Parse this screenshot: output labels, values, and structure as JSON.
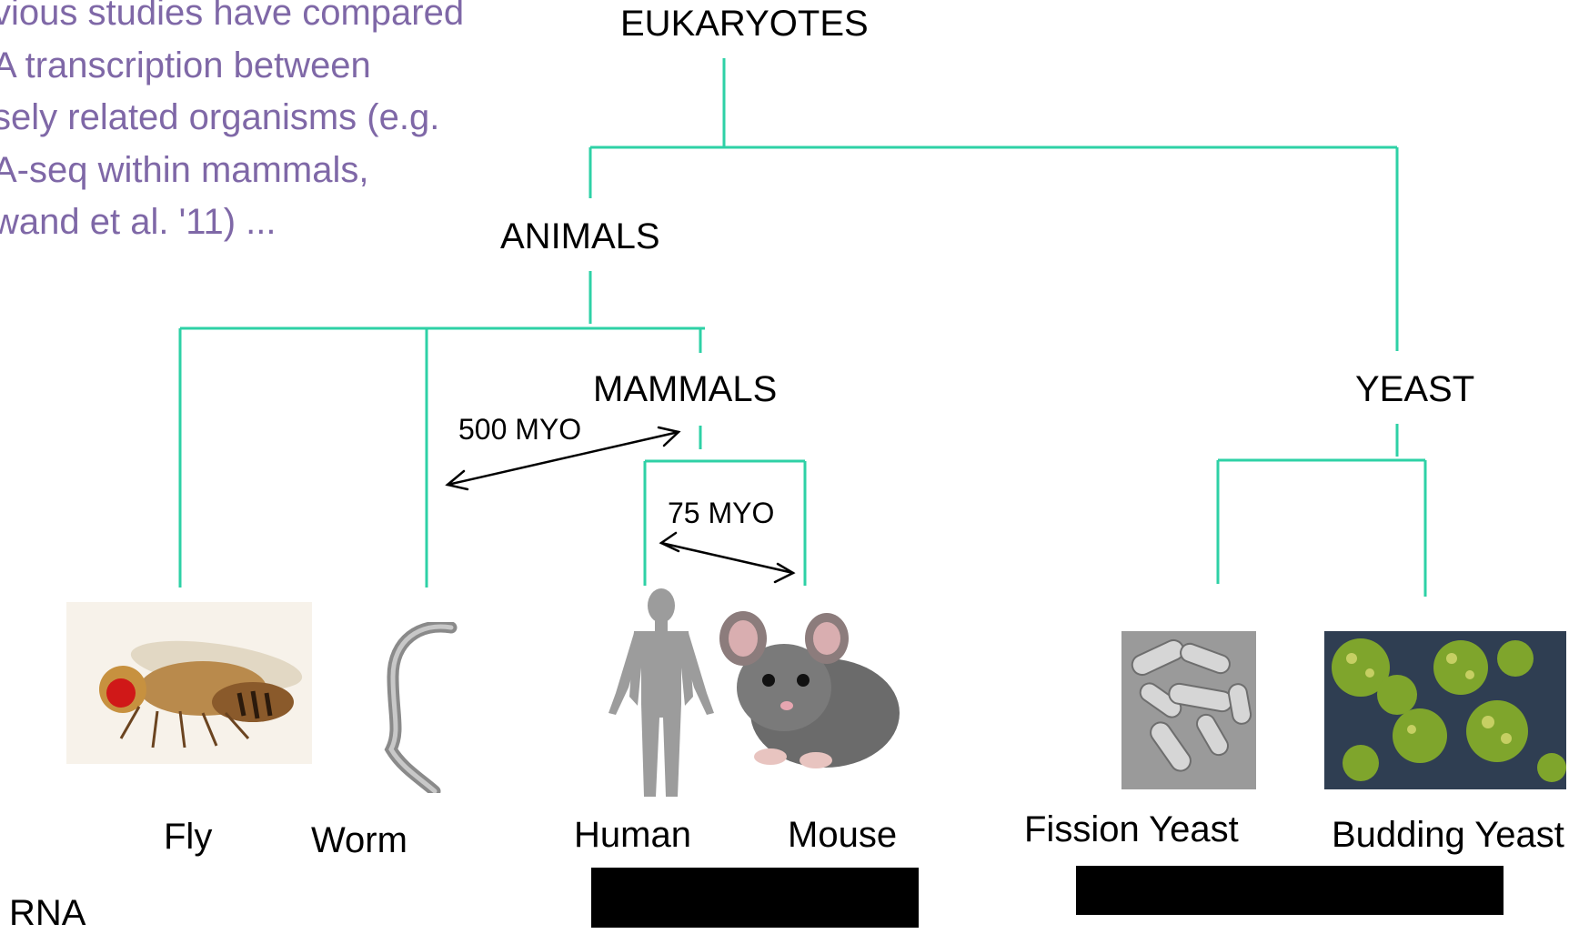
{
  "note_lines": [
    "vious studies have compared",
    "A transcription between",
    "sely related organisms (e.g.",
    "A-seq within mammals,",
    "wand et al. '11) ..."
  ],
  "tree": {
    "root": "EUKARYOTES",
    "animals": "ANIMALS",
    "mammals": "MAMMALS",
    "yeast": "YEAST",
    "line_color": "#2ed1a6"
  },
  "distances": {
    "animals": "500 MYO",
    "mammals": "75 MYO"
  },
  "species": {
    "fly": "Fly",
    "worm": "Worm",
    "human": "Human",
    "mouse": "Mouse",
    "fission_yeast": "Fission Yeast",
    "budding_yeast": "Budding Yeast"
  },
  "footer_text": "RNA"
}
